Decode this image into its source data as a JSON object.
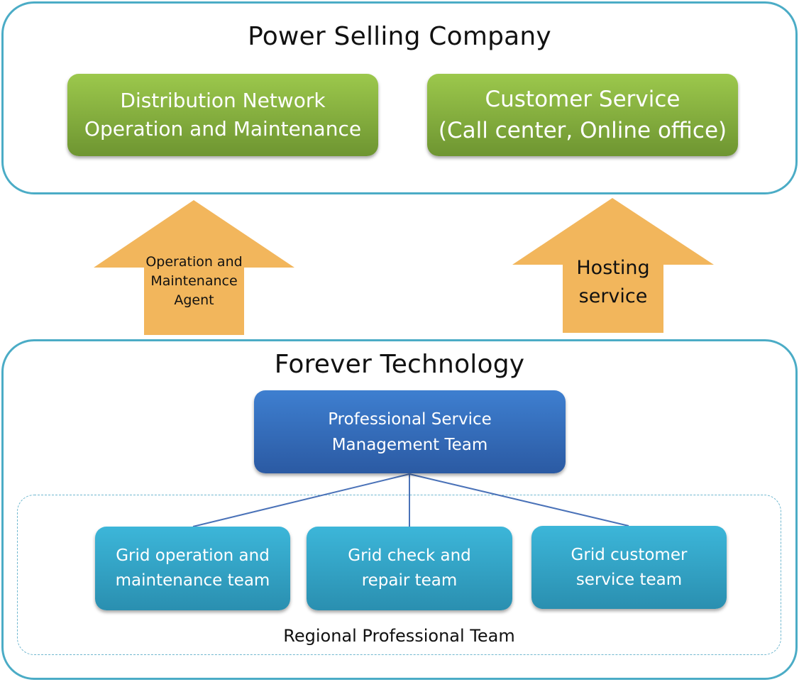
{
  "top_group": {
    "title": "Power Selling Company",
    "boxes": [
      {
        "lines": [
          "Distribution Network",
          "Operation and Maintenance"
        ]
      },
      {
        "lines": [
          "Customer Service",
          "(Call center, Online office)"
        ]
      }
    ]
  },
  "arrows": [
    {
      "lines": [
        "Operation and",
        "Maintenance",
        "Agent"
      ]
    },
    {
      "lines": [
        "Hosting",
        "service"
      ]
    }
  ],
  "bottom_group": {
    "title": "Forever Technology",
    "management_box": {
      "lines": [
        "Professional Service",
        "Management Team"
      ]
    },
    "teams": [
      {
        "lines": [
          "Grid operation and",
          "maintenance team"
        ]
      },
      {
        "lines": [
          "Grid check and",
          "repair team"
        ]
      },
      {
        "lines": [
          "Grid customer",
          "service team"
        ]
      }
    ],
    "regional_label": "Regional Professional Team"
  },
  "colors": {
    "border": "#4bacc6",
    "green": "#7fa83a",
    "dark_blue": "#3366b5",
    "light_blue": "#32a6cc",
    "arrow": "#f2b65c",
    "connector": "#4a72b8"
  }
}
